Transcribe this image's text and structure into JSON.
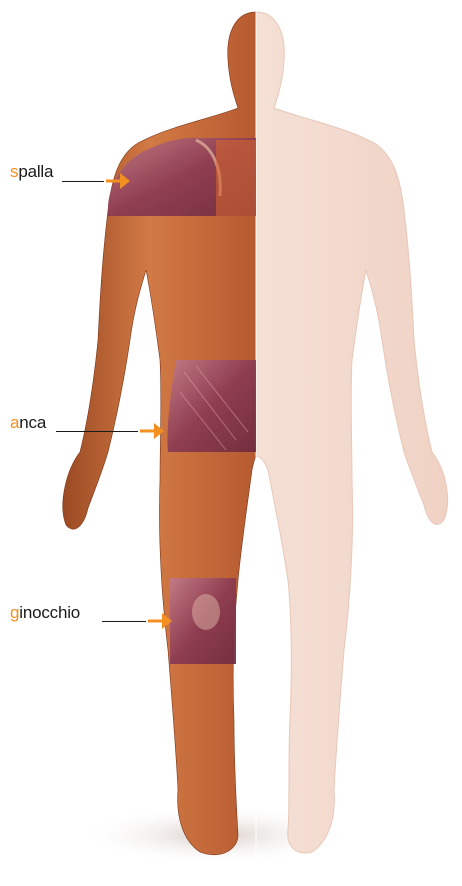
{
  "colors": {
    "accent": "#f39021",
    "skin": "#c8703f",
    "skin_shadow": "#8f4423",
    "ghost_skin": "#f2d6c8",
    "muscle": "#8a3a52",
    "muscle_highlight": "#c27b8b"
  },
  "labels": {
    "shoulder": {
      "first": "s",
      "rest": "palla"
    },
    "hip": {
      "first": "a",
      "rest": "nca"
    },
    "knee": {
      "first": "g",
      "rest": "inocchio"
    }
  },
  "icons": [
    "arrow-right-icon"
  ]
}
